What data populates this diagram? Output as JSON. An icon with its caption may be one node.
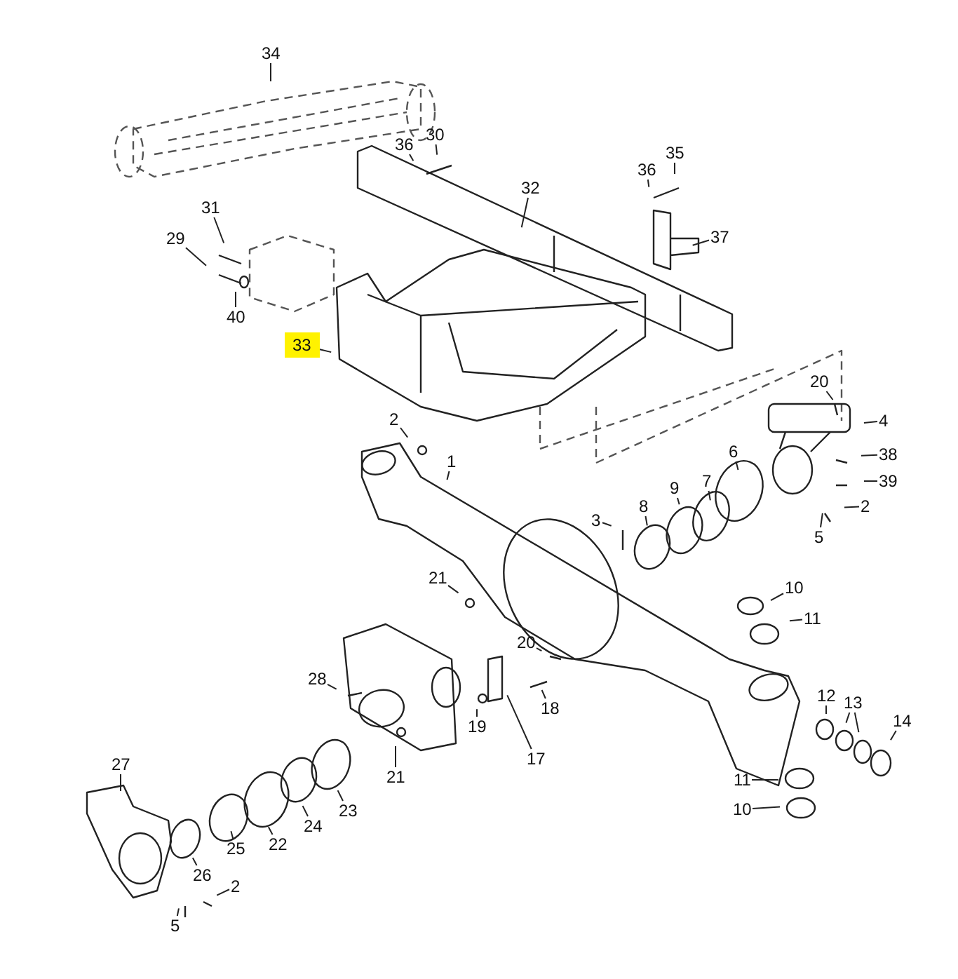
{
  "diagram": {
    "nodes": [
      {
        "text": [
          "34"
        ]
      },
      {
        "text": [
          "36"
        ]
      },
      {
        "text": [
          "30"
        ]
      },
      {
        "text": [
          "32"
        ]
      },
      {
        "text": [
          "35"
        ]
      },
      {
        "text": [
          "36"
        ]
      },
      {
        "text": [
          "37"
        ]
      },
      {
        "text": [
          "31"
        ]
      },
      {
        "text": [
          "29"
        ]
      },
      {
        "text": [
          "40"
        ]
      },
      {
        "text": [
          "33"
        ]
      },
      {
        "text": [
          "20"
        ]
      },
      {
        "text": [
          "4"
        ]
      },
      {
        "text": [
          "2"
        ]
      },
      {
        "text": [
          "1"
        ]
      },
      {
        "text": [
          "38"
        ]
      },
      {
        "text": [
          "39"
        ]
      },
      {
        "text": [
          "3"
        ]
      },
      {
        "text": [
          "8"
        ]
      },
      {
        "text": [
          "9"
        ]
      },
      {
        "text": [
          "7"
        ]
      },
      {
        "text": [
          "6"
        ]
      },
      {
        "text": [
          "2"
        ]
      },
      {
        "text": [
          "5"
        ]
      },
      {
        "text": [
          "21"
        ]
      },
      {
        "text": [
          "10"
        ]
      },
      {
        "text": [
          "11"
        ]
      },
      {
        "text": [
          "20"
        ]
      },
      {
        "text": [
          "28"
        ]
      },
      {
        "text": [
          "18"
        ]
      },
      {
        "text": [
          "19"
        ]
      },
      {
        "text": [
          "17"
        ]
      },
      {
        "text": [
          "12"
        ]
      },
      {
        "text": [
          "13"
        ]
      },
      {
        "text": [
          "14"
        ]
      },
      {
        "text": [
          "21"
        ]
      },
      {
        "text": [
          "11"
        ]
      },
      {
        "text": [
          "10"
        ]
      },
      {
        "text": [
          "27"
        ]
      },
      {
        "text": [
          "26"
        ]
      },
      {
        "text": [
          "25"
        ]
      },
      {
        "text": [
          "22"
        ]
      },
      {
        "text": [
          "24"
        ]
      },
      {
        "text": [
          "23"
        ]
      },
      {
        "text": [
          "2"
        ]
      },
      {
        "text": [
          "5"
        ]
      }
    ],
    "edges": [
      {
        "from": 0,
        "to": null,
        "arrow": "none"
      },
      {
        "from": 1,
        "to": null,
        "arrow": "none"
      },
      {
        "from": 2,
        "to": null,
        "arrow": "none"
      },
      {
        "from": 3,
        "to": null,
        "arrow": "none"
      },
      {
        "from": 4,
        "to": null,
        "arrow": "none"
      },
      {
        "from": 5,
        "to": null,
        "arrow": "none"
      },
      {
        "from": 6,
        "to": null,
        "arrow": "none"
      },
      {
        "from": 7,
        "to": null,
        "arrow": "none"
      },
      {
        "from": 8,
        "to": null,
        "arrow": "none"
      },
      {
        "from": 9,
        "to": null,
        "arrow": "none"
      },
      {
        "from": 10,
        "to": null,
        "arrow": "none"
      },
      {
        "from": 11,
        "to": null,
        "arrow": "none"
      },
      {
        "from": 12,
        "to": null,
        "arrow": "none"
      },
      {
        "from": 13,
        "to": null,
        "arrow": "none"
      },
      {
        "from": 14,
        "to": null,
        "arrow": "none"
      },
      {
        "from": 15,
        "to": null,
        "arrow": "none"
      },
      {
        "from": 16,
        "to": null,
        "arrow": "none"
      },
      {
        "from": 17,
        "to": null,
        "arrow": "none"
      },
      {
        "from": 18,
        "to": null,
        "arrow": "none"
      },
      {
        "from": 19,
        "to": null,
        "arrow": "none"
      },
      {
        "from": 20,
        "to": null,
        "arrow": "none"
      },
      {
        "from": 21,
        "to": null,
        "arrow": "none"
      },
      {
        "from": 22,
        "to": null,
        "arrow": "none"
      },
      {
        "from": 23,
        "to": null,
        "arrow": "none"
      },
      {
        "from": 24,
        "to": null,
        "arrow": "none"
      },
      {
        "from": 25,
        "to": null,
        "arrow": "none"
      },
      {
        "from": 26,
        "to": null,
        "arrow": "none"
      },
      {
        "from": 27,
        "to": null,
        "arrow": "none"
      },
      {
        "from": 28,
        "to": null,
        "arrow": "none"
      },
      {
        "from": 29,
        "to": null,
        "arrow": "none"
      },
      {
        "from": 30,
        "to": null,
        "arrow": "none"
      },
      {
        "from": 31,
        "to": null,
        "arrow": "none"
      },
      {
        "from": 32,
        "to": null,
        "arrow": "none"
      },
      {
        "from": 33,
        "to": null,
        "arrow": "none"
      },
      {
        "from": 33,
        "to": null,
        "arrow": "none"
      },
      {
        "from": 34,
        "to": null,
        "arrow": "none"
      },
      {
        "from": 35,
        "to": null,
        "arrow": "none"
      },
      {
        "from": 36,
        "to": null,
        "arrow": "none"
      },
      {
        "from": 37,
        "to": null,
        "arrow": "none"
      },
      {
        "from": 38,
        "to": null,
        "arrow": "none"
      },
      {
        "from": 39,
        "to": null,
        "arrow": "none"
      },
      {
        "from": 40,
        "to": null,
        "arrow": "none"
      },
      {
        "from": 41,
        "to": null,
        "arrow": "none"
      },
      {
        "from": 42,
        "to": null,
        "arrow": "none"
      },
      {
        "from": 43,
        "to": null,
        "arrow": "none"
      },
      {
        "from": 44,
        "to": null,
        "arrow": "none"
      },
      {
        "from": 45,
        "to": null,
        "arrow": "none"
      }
    ]
  }
}
